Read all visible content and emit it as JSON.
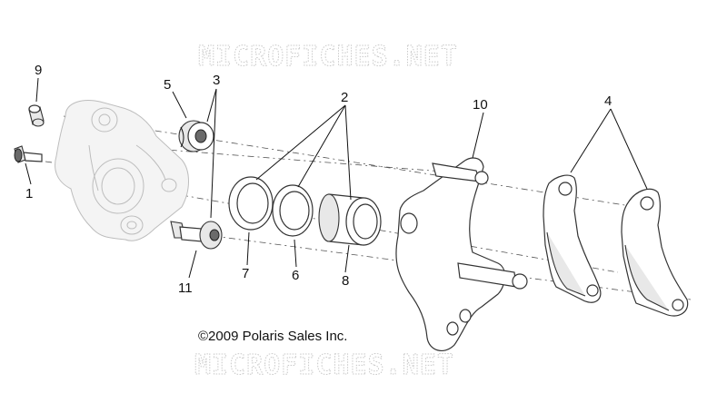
{
  "watermark": {
    "top": "MICROFICHES.NET",
    "bottom": "MICROFICHES.NET"
  },
  "copyright": "©2009 Polaris Sales Inc.",
  "callouts": {
    "c1": "1",
    "c2": "2",
    "c3": "3",
    "c4": "4",
    "c5": "5",
    "c6": "6",
    "c7": "7",
    "c8": "8",
    "c9": "9",
    "c10": "10",
    "c11": "11"
  }
}
